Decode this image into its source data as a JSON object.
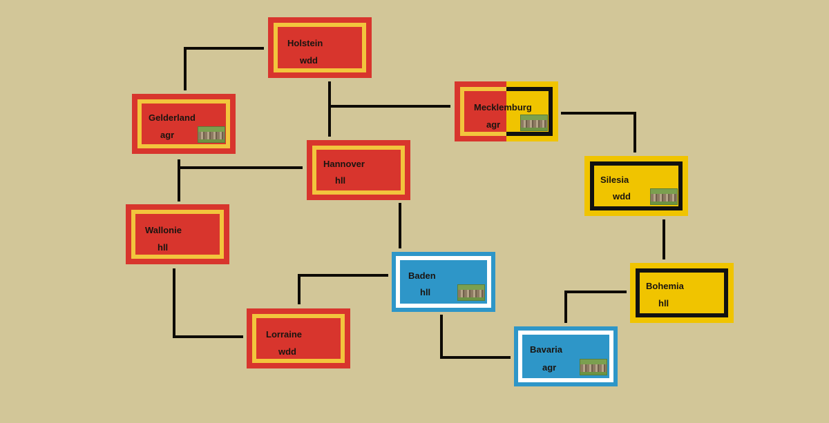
{
  "colors": {
    "background": "#d2c698",
    "red_faction": "#d8352d",
    "gold_faction": "#f0c400",
    "blue_faction": "#2e96c8",
    "red_inner_border": "#f2c53d",
    "gold_inner_border": "#111111",
    "blue_inner_border": "#ffffff",
    "connection": "#0d0a05"
  },
  "regions": [
    {
      "id": "holstein",
      "name": "Holstein",
      "resource": "wdd",
      "faction": "red",
      "has_image": false
    },
    {
      "id": "gelderland",
      "name": "Gelderland",
      "resource": "agr",
      "faction": "red",
      "has_image": true
    },
    {
      "id": "mecklemburg",
      "name": "Mecklemburg",
      "resource": "agr",
      "faction": "red-gold",
      "has_image": true
    },
    {
      "id": "hannover",
      "name": "Hannover",
      "resource": "hll",
      "faction": "red",
      "has_image": false
    },
    {
      "id": "silesia",
      "name": "Silesia",
      "resource": "wdd",
      "faction": "gold",
      "has_image": true
    },
    {
      "id": "wallonie",
      "name": "Wallonie",
      "resource": "hll",
      "faction": "red",
      "has_image": false
    },
    {
      "id": "baden",
      "name": "Baden",
      "resource": "hll",
      "faction": "blue",
      "has_image": true
    },
    {
      "id": "bohemia",
      "name": "Bohemia",
      "resource": "hll",
      "faction": "gold",
      "has_image": false
    },
    {
      "id": "lorraine",
      "name": "Lorraine",
      "resource": "wdd",
      "faction": "red",
      "has_image": false
    },
    {
      "id": "bavaria",
      "name": "Bavaria",
      "resource": "agr",
      "faction": "blue",
      "has_image": true
    }
  ]
}
